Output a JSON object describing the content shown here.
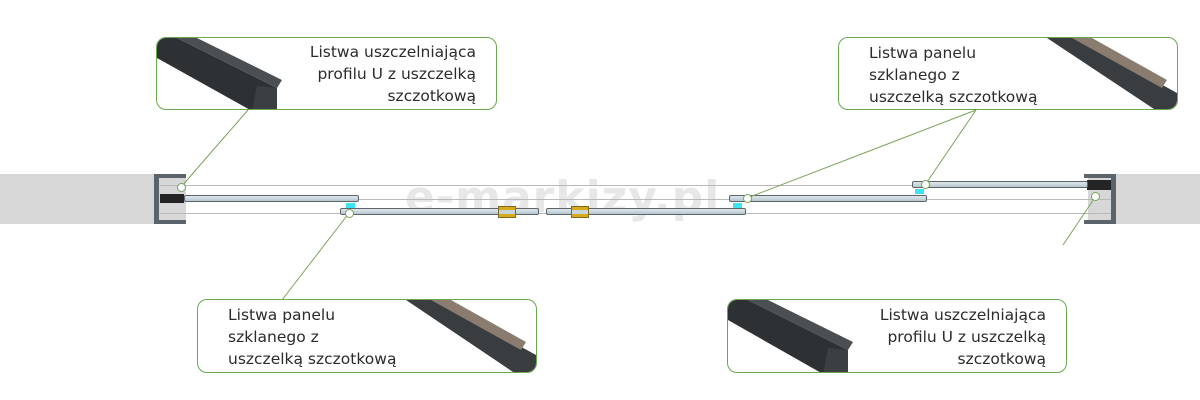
{
  "watermark": "e-markizy.pl",
  "callouts": {
    "top_left": {
      "label": "Listwa uszczelniająca\nprofilu U z uszczelką\nszczotkową",
      "image": "u-profile-seal-strip"
    },
    "top_right": {
      "label": "Listwa panelu\nszklanego z\nuszczelką szczotkową",
      "image": "glass-panel-brush-strip"
    },
    "bottom_left": {
      "label": "Listwa panelu\nszklanego z\nuszczelką szczotkową",
      "image": "glass-panel-brush-strip"
    },
    "bottom_right": {
      "label": "Listwa uszczelniająca\nprofilu U z uszczelką\nszczotkową",
      "image": "u-profile-seal-strip"
    }
  },
  "colors": {
    "callout_border": "#6aa84f",
    "leader_line": "#7aa25a",
    "seal": "#3fe2f2",
    "handle": "#d7a91c",
    "frame": "#5b636b",
    "wall": "#d7d7d7"
  }
}
